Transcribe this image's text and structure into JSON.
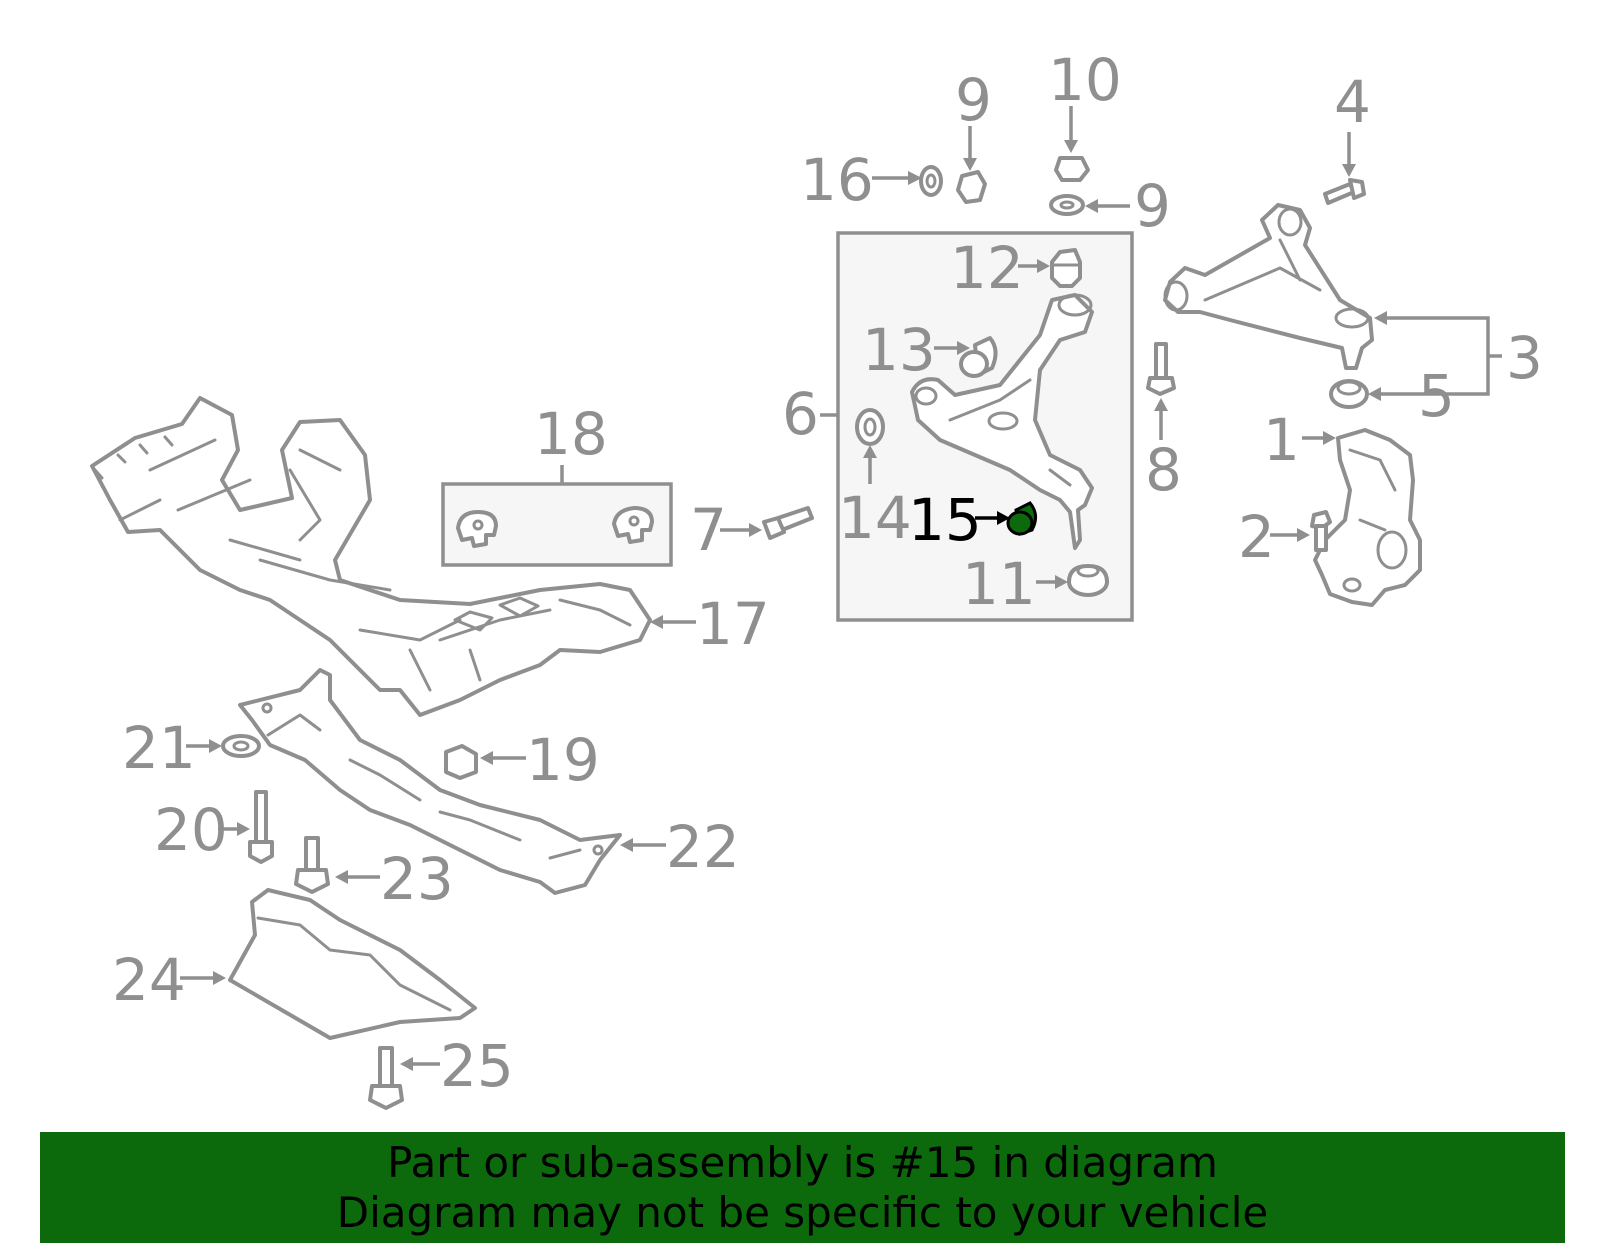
{
  "diagram": {
    "highlighted_part": "15",
    "highlight_color": "#0c6a0c",
    "line_color": "#8f8f8f",
    "callouts": {
      "c1": "1",
      "c2": "2",
      "c3": "3",
      "c4": "4",
      "c5": "5",
      "c6": "6",
      "c7": "7",
      "c8": "8",
      "c9a": "9",
      "c9b": "9",
      "c10": "10",
      "c11": "11",
      "c12": "12",
      "c13": "13",
      "c14": "14",
      "c15": "15",
      "c16": "16",
      "c17": "17",
      "c18": "18",
      "c19": "19",
      "c20": "20",
      "c21": "21",
      "c22": "22",
      "c23": "23",
      "c24": "24",
      "c25": "25"
    }
  },
  "banner": {
    "line1": "Part or sub-assembly is #15 in diagram",
    "line2": "Diagram may not be specific to your vehicle",
    "background": "#0c6a0c"
  }
}
